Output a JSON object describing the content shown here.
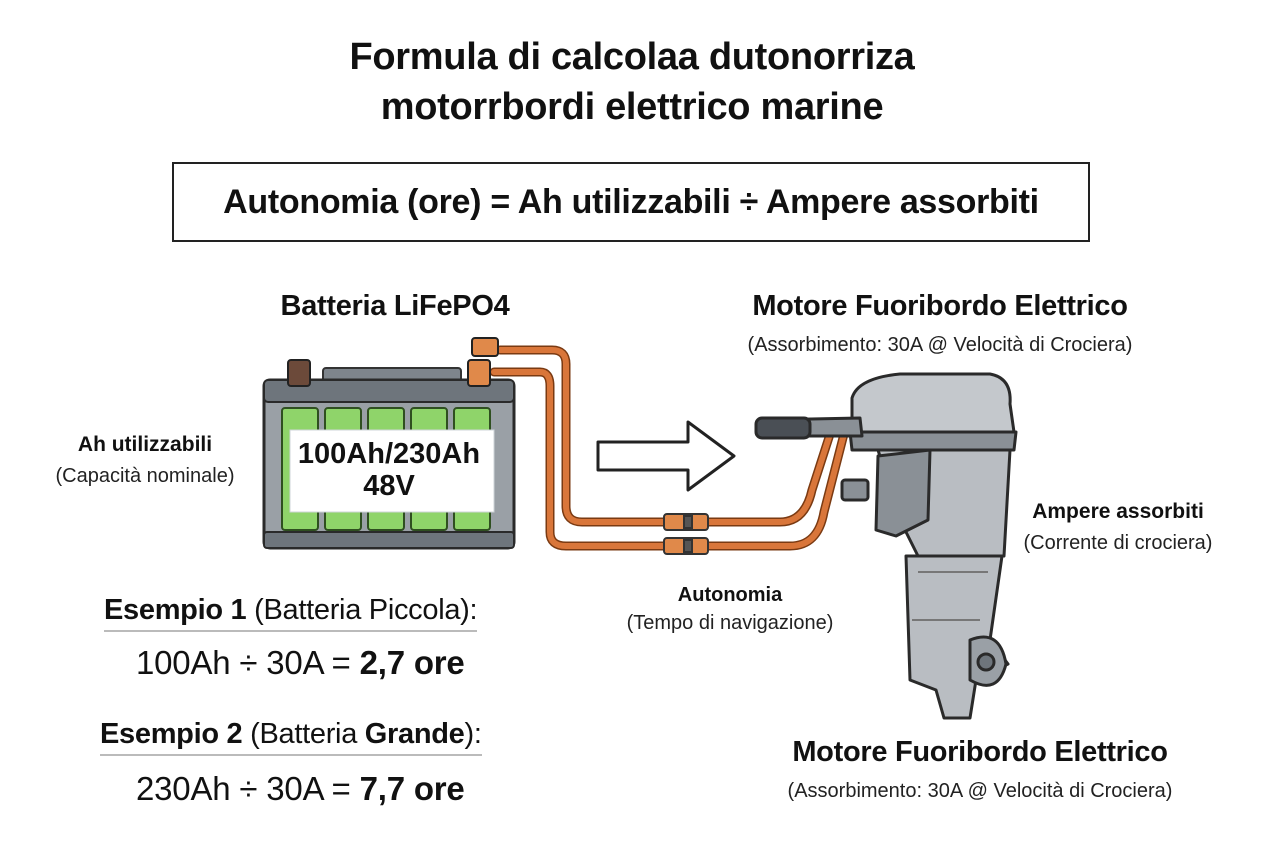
{
  "title": {
    "line1": "Formula di calcolaa dutonorriza",
    "line2": "motorrbordi elettrico marine"
  },
  "formula": "Autonomia (ore) = Ah utilizzabili ÷ Ampere assorbiti",
  "battery": {
    "title": "Batteria LiFePO4",
    "capacity": "100Ah/230Ah",
    "voltage": "48V",
    "ah_label": "Ah utilizzabili",
    "ah_sublabel": "(Capacità nominale)"
  },
  "motor_top": {
    "title": "Motore Fuoribordo Elettrico",
    "subtitle": "(Assorbimento: 30A @ Velocità di Crociera)"
  },
  "motor_bottom": {
    "title": "Motore Fuoribordo Elettrico",
    "subtitle": "(Assorbimento: 30A @ Velocità di Crociera)"
  },
  "ampere": {
    "label": "Ampere assorbiti",
    "sublabel": "(Corrente di crociera)"
  },
  "autonomia": {
    "label": "Autonomia",
    "sublabel": "(Tempo di navigazione)"
  },
  "example1": {
    "bold": "Esempio 1",
    "rest": " (Batteria Piccola):",
    "formula": "100Ah ÷ 30A = ",
    "result": "2,7 ore"
  },
  "example2": {
    "bold": "Esempio 2",
    "rest1": " (Batteria ",
    "bold2": "Grande",
    "rest2": "):",
    "formula": "230Ah ÷ 30A = ",
    "result": "7,7 ore"
  },
  "colors": {
    "cell_green": "#8fd46a",
    "cable_orange": "#d9763a",
    "battery_gray": "#9aa0a6",
    "motor_gray": "#b9bdc2"
  }
}
